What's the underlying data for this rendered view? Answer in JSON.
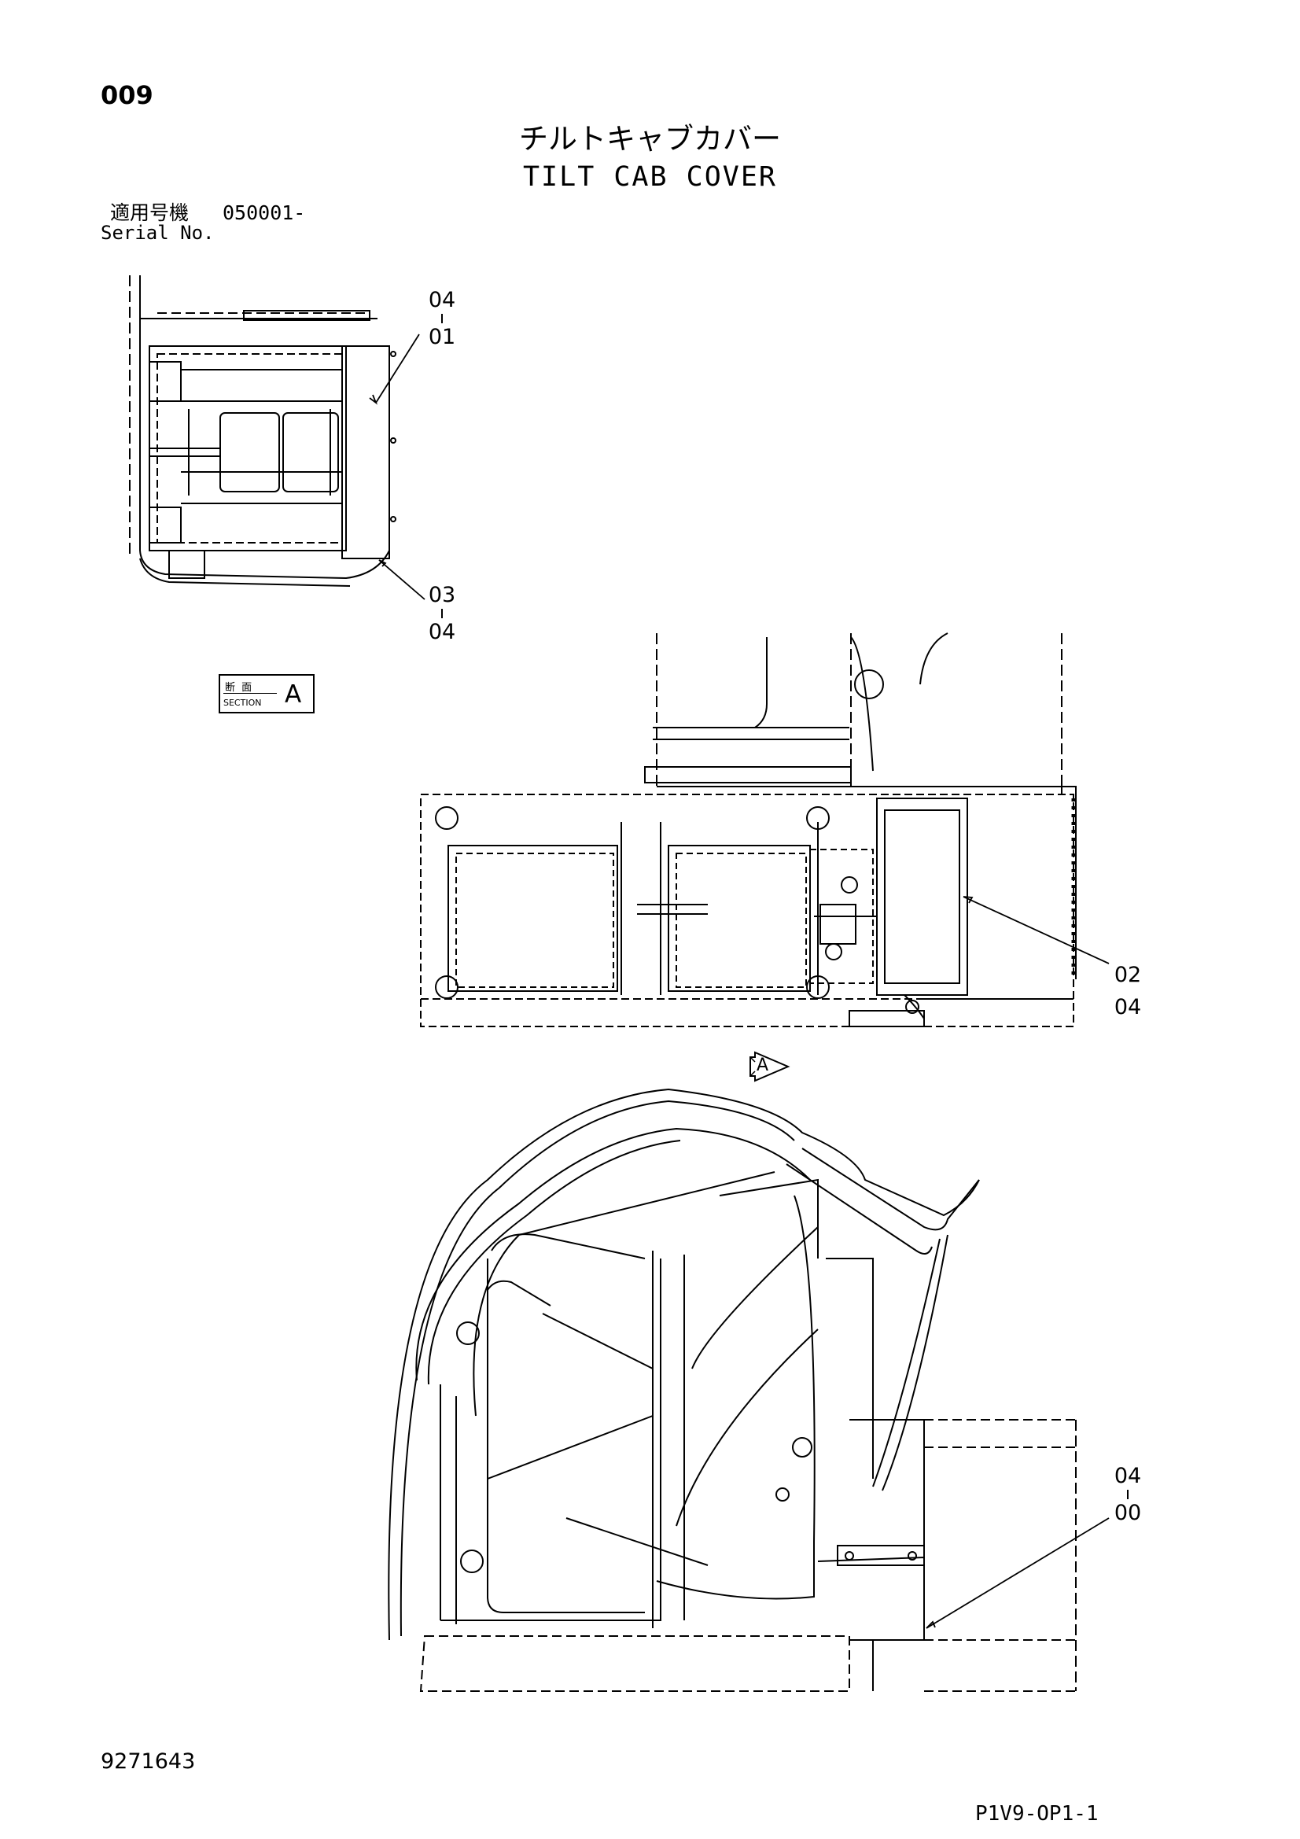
{
  "header": {
    "page_number": "009",
    "title_japanese": "チルトキャブカバー",
    "title_english": "TILT CAB COVER",
    "serial_label_japanese": "適用号機",
    "serial_value": "050001-",
    "serial_label_english": "Serial No."
  },
  "section_marker": {
    "label_japanese": "断 面",
    "label_english": "SECTION",
    "letter": "A"
  },
  "view_marker": {
    "letter": "A"
  },
  "callouts": [
    {
      "id": "c1",
      "top": "04",
      "bottom": "01"
    },
    {
      "id": "c2",
      "top": "03",
      "bottom": "04"
    },
    {
      "id": "c3",
      "top": "02",
      "bottom": "04"
    },
    {
      "id": "c4",
      "top": "04",
      "bottom": "00"
    }
  ],
  "footer": {
    "document_number": "9271643",
    "page_code": "P1V9-OP1-1"
  },
  "icons": [
    "view-direction-arrow-icon"
  ]
}
